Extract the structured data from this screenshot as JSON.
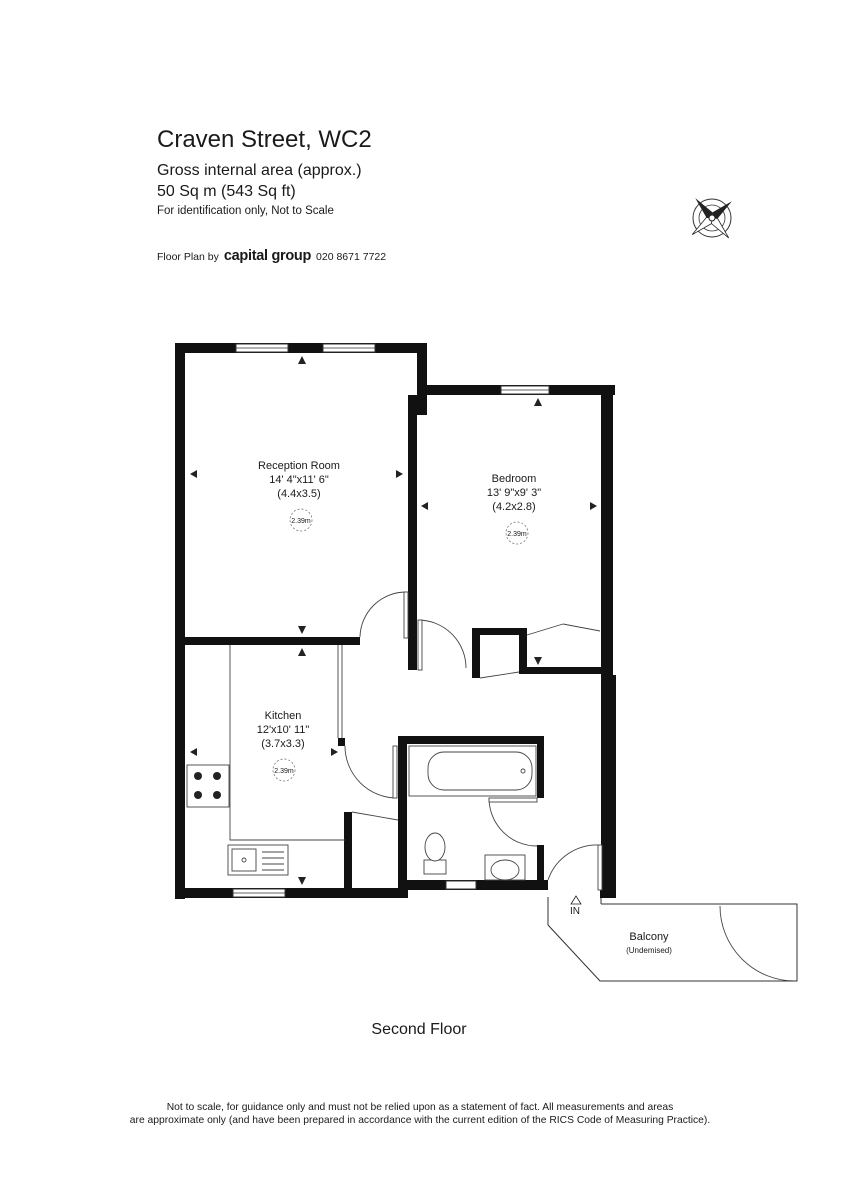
{
  "header": {
    "title": "Craven Street, WC2",
    "area_label": "Gross internal area (approx.)",
    "area_value": "50 Sq m (543 Sq ft)",
    "note": "For identification only, Not to Scale",
    "credit_prefix": "Floor Plan by",
    "credit_brand": "capital group",
    "credit_phone": "020 8671 7722"
  },
  "rooms": {
    "reception": {
      "name": "Reception Room",
      "dims_imperial": "14' 4\"x11' 6\"",
      "dims_metric": "(4.4x3.5)",
      "ceiling": "2.39m"
    },
    "bedroom": {
      "name": "Bedroom",
      "dims_imperial": "13' 9\"x9' 3\"",
      "dims_metric": "(4.2x2.8)",
      "ceiling": "2.39m"
    },
    "kitchen": {
      "name": "Kitchen",
      "dims_imperial": "12'x10' 11\"",
      "dims_metric": "(3.7x3.3)",
      "ceiling": "2.39m"
    },
    "balcony": {
      "name": "Balcony",
      "note": "(Undemised)"
    }
  },
  "entrance_label": "IN",
  "floor_label": "Second Floor",
  "disclaimer": {
    "line1": "Not to scale, for guidance only and must not be relied upon as a statement of fact.  All measurements and areas",
    "line2": "are approximate only (and have been prepared in accordance with the current edition of the RICS Code of Measuring Practice)."
  },
  "colors": {
    "wall": "#111111",
    "line": "#333333",
    "background": "#ffffff"
  },
  "icons": [
    "compass-rose-icon"
  ]
}
